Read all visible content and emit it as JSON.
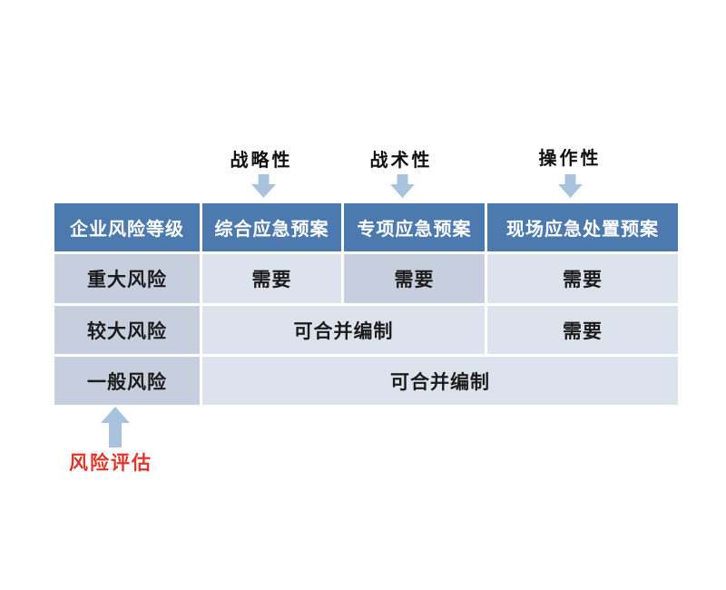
{
  "colors": {
    "header-blue": "#4d7aae",
    "cell-dark": "#c7cfdf",
    "cell-light": "#dde3ed",
    "arrow-blue": "#a9c3de",
    "text-dark": "#1c1c1c",
    "header-text": "#ffffff",
    "annotation-red": "#e0352a",
    "gap-white": "#ffffff"
  },
  "top_labels": {
    "strategic": "战略性",
    "tactical": "战术性",
    "operational": "操作性"
  },
  "table": {
    "headers": {
      "risk_level": "企业风险等级",
      "comprehensive": "综合应急预案",
      "special": "专项应急预案",
      "onsite": "现场应急处置预案"
    },
    "rows": [
      {
        "level": "重大风险",
        "cells": [
          {
            "text": "需要"
          },
          {
            "text": "需要"
          },
          {
            "text": "需要"
          }
        ]
      },
      {
        "level": "较大风险",
        "cells": [
          {
            "text": "可合并编制"
          },
          {
            "text": "需要"
          }
        ]
      },
      {
        "level": "一般风险",
        "cells": [
          {
            "text": "可合并编制"
          }
        ]
      }
    ]
  },
  "annotation": {
    "label": "风险评估"
  }
}
